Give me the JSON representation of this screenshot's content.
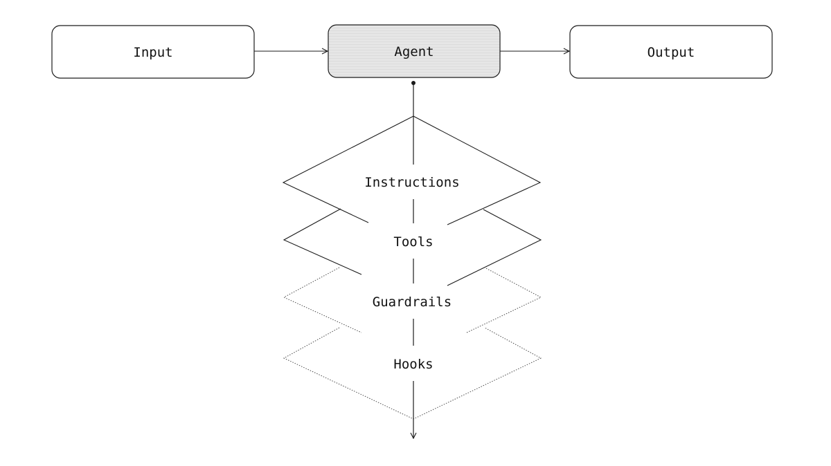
{
  "nodes": {
    "input": "Input",
    "agent": "Agent",
    "output": "Output"
  },
  "layers": [
    {
      "label": "Instructions",
      "style": "solid"
    },
    {
      "label": "Tools",
      "style": "solid"
    },
    {
      "label": "Guardrails",
      "style": "dotted"
    },
    {
      "label": "Hooks",
      "style": "dotted"
    }
  ],
  "colors": {
    "stroke": "#1a1a1a",
    "agent_fill": "#e6e6e6",
    "box_fill": "#ffffff",
    "background": "#ffffff"
  }
}
